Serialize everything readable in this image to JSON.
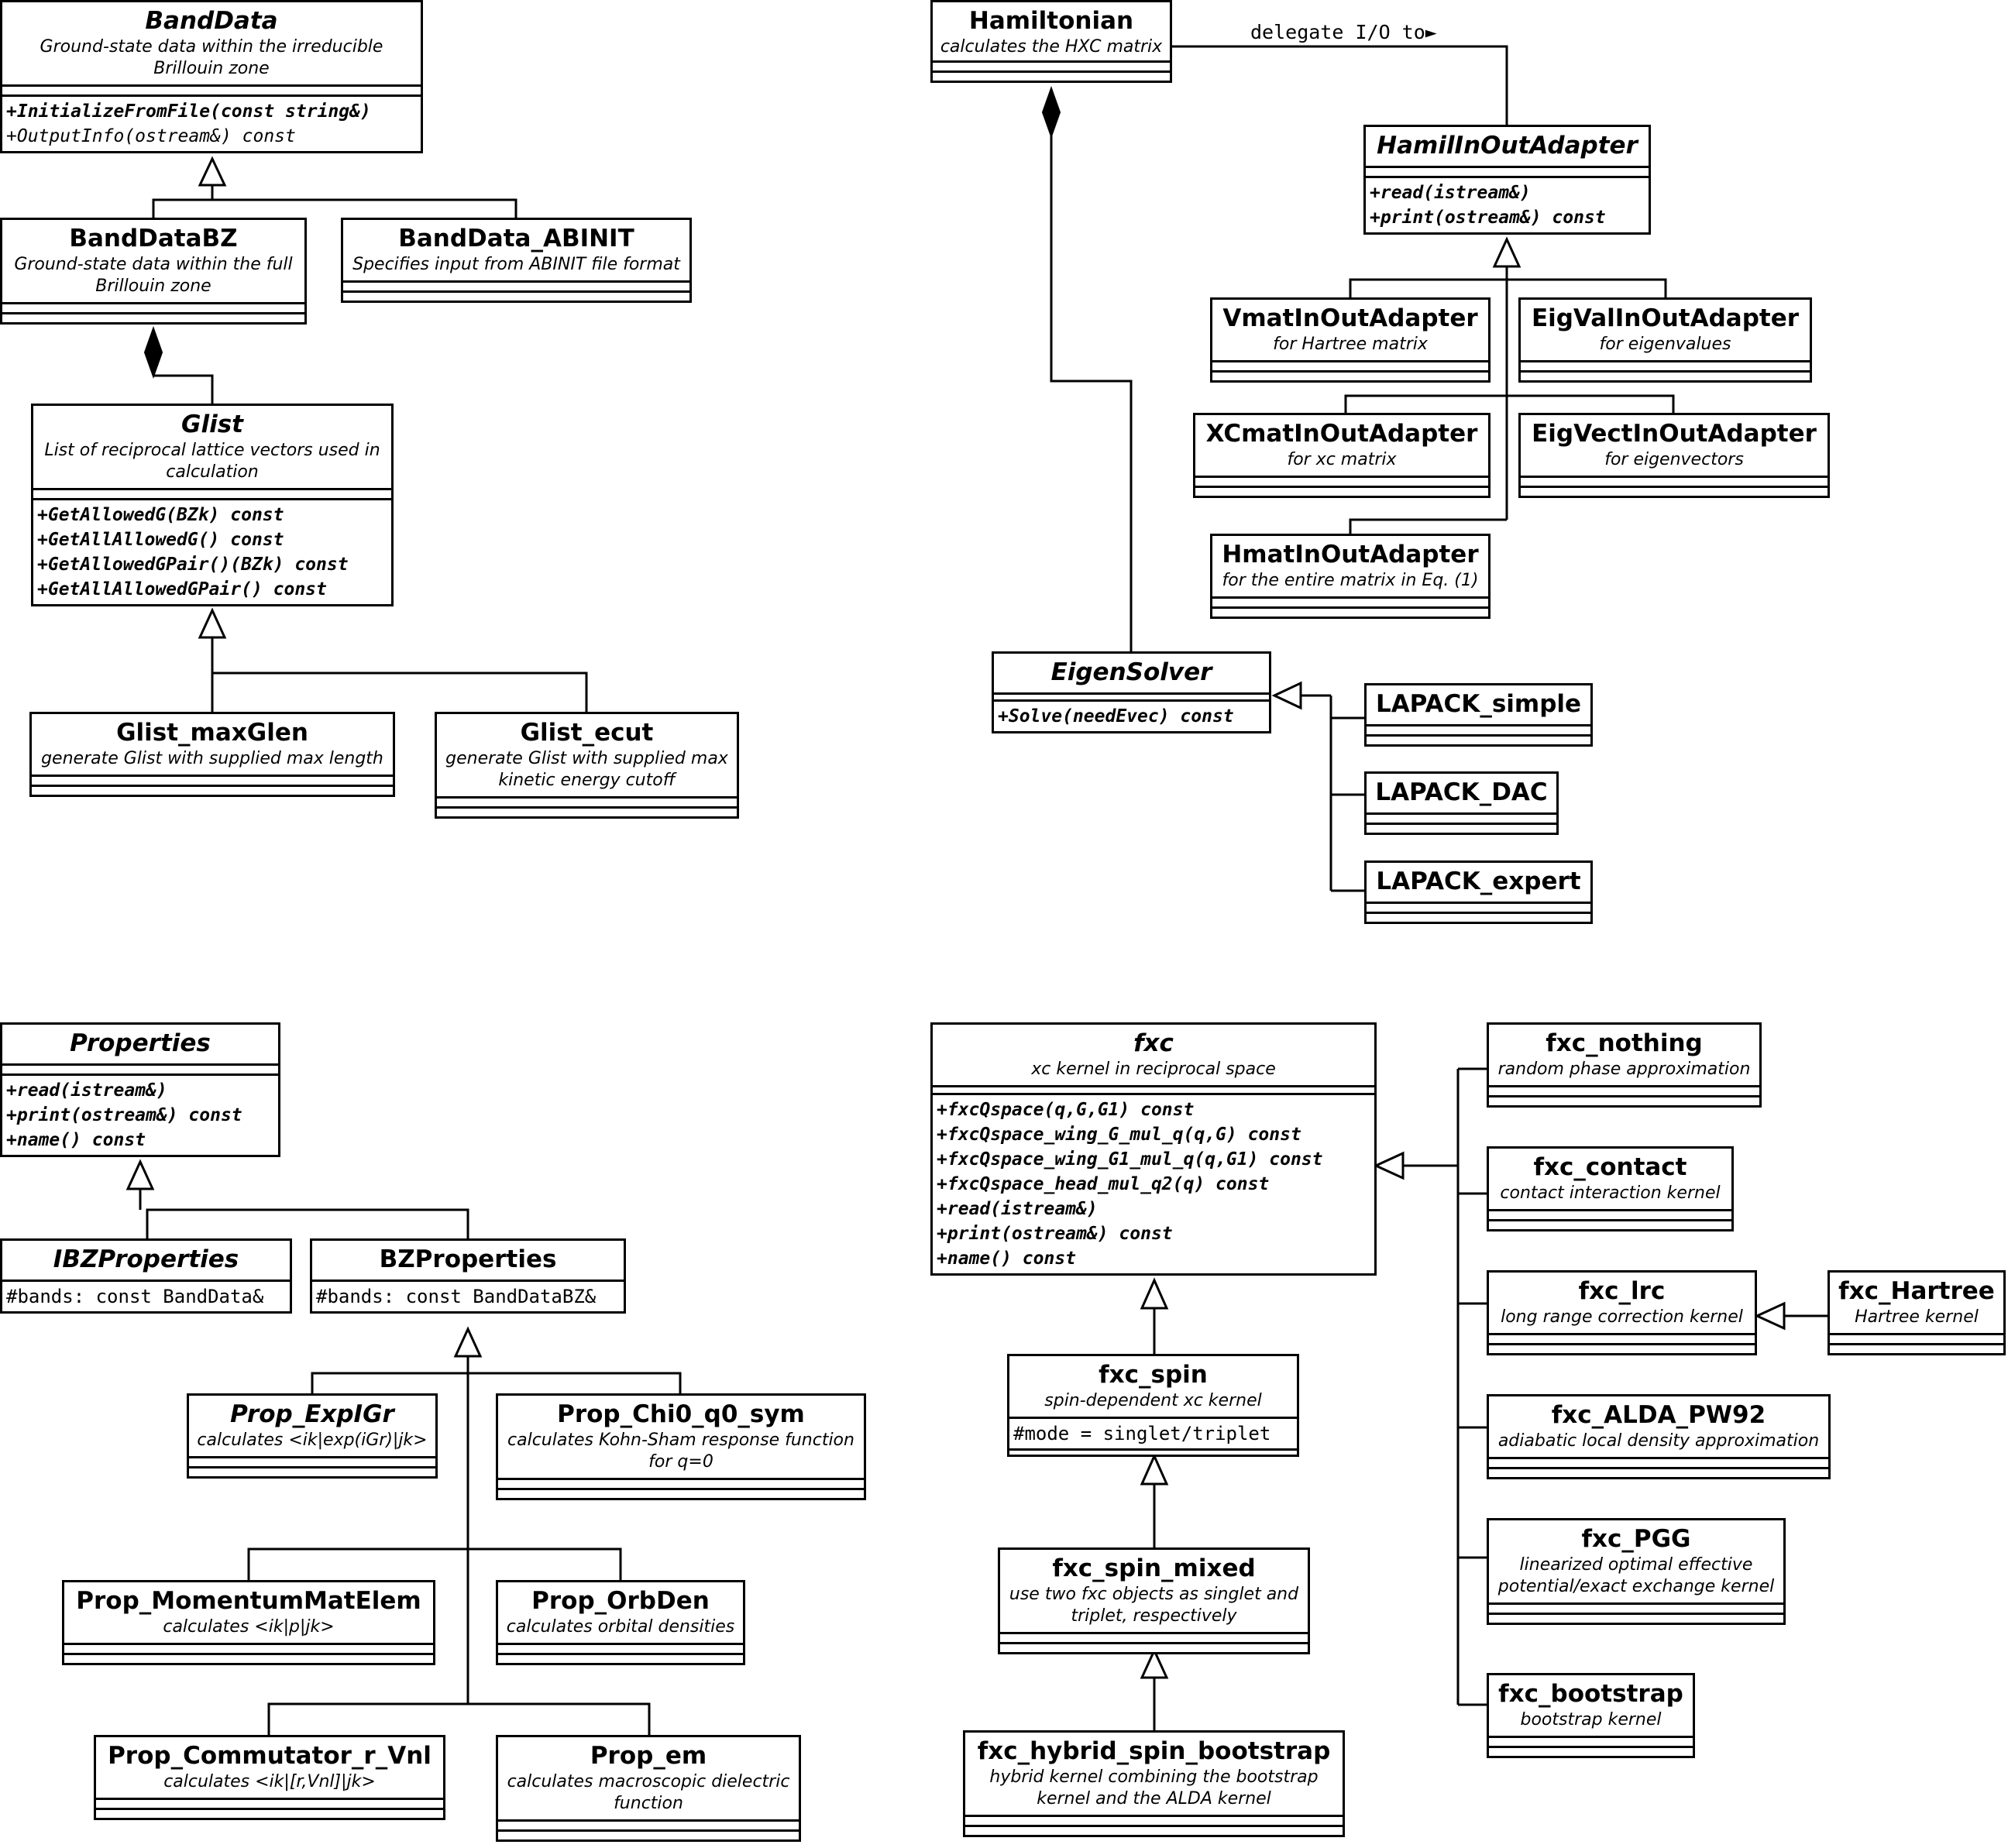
{
  "classes": {
    "banddata": {
      "name": "BandData",
      "desc": "Ground-state data within the irreducible Brillouin zone",
      "ops": [
        "+InitializeFromFile(const string&)",
        "+OutputInfo(ostream&) const"
      ]
    },
    "banddatabz": {
      "name": "BandDataBZ",
      "desc": "Ground-state data within the full Brillouin zone"
    },
    "banddata_abinit": {
      "name": "BandData_ABINIT",
      "desc": "Specifies input from ABINIT file format"
    },
    "glist": {
      "name": "Glist",
      "desc": "List of reciprocal lattice vectors used in calculation",
      "ops": [
        "+GetAllowedG(BZk) const",
        "+GetAllAllowedG() const",
        "+GetAllowedGPair()(BZk) const",
        "+GetAllAllowedGPair() const"
      ]
    },
    "glist_maxglen": {
      "name": "Glist_maxGlen",
      "desc": "generate Glist with supplied max length"
    },
    "glist_ecut": {
      "name": "Glist_ecut",
      "desc": "generate Glist with supplied max kinetic energy cutoff"
    },
    "hamiltonian": {
      "name": "Hamiltonian",
      "desc": "calculates the HXC matrix"
    },
    "hamilinoutadapter": {
      "name": "HamilInOutAdapter",
      "ops": [
        "+read(istream&)",
        "+print(ostream&) const"
      ]
    },
    "vmat": {
      "name": "VmatInOutAdapter",
      "desc": "for Hartree matrix"
    },
    "eigval": {
      "name": "EigValInOutAdapter",
      "desc": "for eigenvalues"
    },
    "xcmat": {
      "name": "XCmatInOutAdapter",
      "desc": "for xc matrix"
    },
    "eigvect": {
      "name": "EigVectInOutAdapter",
      "desc": "for eigenvectors"
    },
    "hmat": {
      "name": "HmatInOutAdapter",
      "desc": "for the entire matrix in Eq. (1)"
    },
    "eigensolver": {
      "name": "EigenSolver",
      "ops": [
        "+Solve(needEvec) const"
      ]
    },
    "lapack_simple": {
      "name": "LAPACK_simple"
    },
    "lapack_dac": {
      "name": "LAPACK_DAC"
    },
    "lapack_expert": {
      "name": "LAPACK_expert"
    },
    "properties": {
      "name": "Properties",
      "ops": [
        "+read(istream&)",
        "+print(ostream&) const",
        "+name() const"
      ]
    },
    "ibzproperties": {
      "name": "IBZProperties",
      "attrs": [
        "#bands: const BandData&"
      ]
    },
    "bzproperties": {
      "name": "BZProperties",
      "attrs": [
        "#bands: const BandDataBZ&"
      ]
    },
    "prop_expigr": {
      "name": "Prop_ExpIGr",
      "desc": "calculates <ik|exp(iGr)|jk>"
    },
    "prop_chi0": {
      "name": "Prop_Chi0_q0_sym",
      "desc": "calculates Kohn-Sham response function for q=0"
    },
    "prop_momentum": {
      "name": "Prop_MomentumMatElem",
      "desc": "calculates <ik|p|jk>"
    },
    "prop_orbden": {
      "name": "Prop_OrbDen",
      "desc": "calculates orbital densities"
    },
    "prop_commutator": {
      "name": "Prop_Commutator_r_Vnl",
      "desc": "calculates <ik|[r,Vnl]|jk>"
    },
    "prop_em": {
      "name": "Prop_em",
      "desc": "calculates macroscopic dielectric function"
    },
    "fxc": {
      "name": "fxc",
      "desc": "xc kernel in reciprocal space",
      "ops": [
        "+fxcQspace(q,G,G1) const",
        "+fxcQspace_wing_G_mul_q(q,G) const",
        "+fxcQspace_wing_G1_mul_q(q,G1) const",
        "+fxcQspace_head_mul_q2(q) const",
        "+read(istream&)",
        "+print(ostream&) const",
        "+name() const"
      ]
    },
    "fxc_spin": {
      "name": "fxc_spin",
      "desc": "spin-dependent xc kernel",
      "attrs": [
        "#mode = singlet/triplet"
      ]
    },
    "fxc_spin_mixed": {
      "name": "fxc_spin_mixed",
      "desc": "use two fxc objects as singlet and triplet, respectively"
    },
    "fxc_hybrid": {
      "name": "fxc_hybrid_spin_bootstrap",
      "desc": "hybrid kernel combining the bootstrap kernel and the ALDA kernel"
    },
    "fxc_nothing": {
      "name": "fxc_nothing",
      "desc": "random phase approximation"
    },
    "fxc_contact": {
      "name": "fxc_contact",
      "desc": "contact interaction kernel"
    },
    "fxc_lrc": {
      "name": "fxc_lrc",
      "desc": "long range correction kernel"
    },
    "fxc_hartree": {
      "name": "fxc_Hartree",
      "desc": "Hartree kernel"
    },
    "fxc_alda": {
      "name": "fxc_ALDA_PW92",
      "desc": "adiabatic local density approximation"
    },
    "fxc_pgg": {
      "name": "fxc_PGG",
      "desc": "linearized optimal effective potential/exact exchange kernel"
    },
    "fxc_bootstrap": {
      "name": "fxc_bootstrap",
      "desc": "bootstrap kernel"
    }
  },
  "association_label": "delegate I/O to►"
}
